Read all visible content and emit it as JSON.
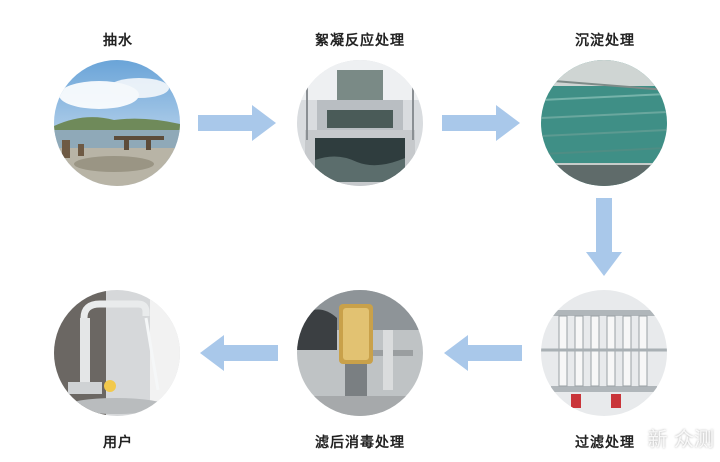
{
  "steps": [
    {
      "label": "抽水",
      "photo": "seaside-water-intake"
    },
    {
      "label": "絮凝反应处理",
      "photo": "flocculation-tank"
    },
    {
      "label": "沉淀处理",
      "photo": "sedimentation-pool"
    },
    {
      "label": "过滤处理",
      "photo": "filtration-membranes"
    },
    {
      "label": "滤后消毒处理",
      "photo": "disinfection-tank"
    },
    {
      "label": "用户",
      "photo": "water-faucet"
    }
  ],
  "flow": [
    "right",
    "right",
    "down",
    "left",
    "left"
  ],
  "colors": {
    "arrow": "#a9c8ea",
    "text": "#222222"
  },
  "watermark": "新 众测"
}
